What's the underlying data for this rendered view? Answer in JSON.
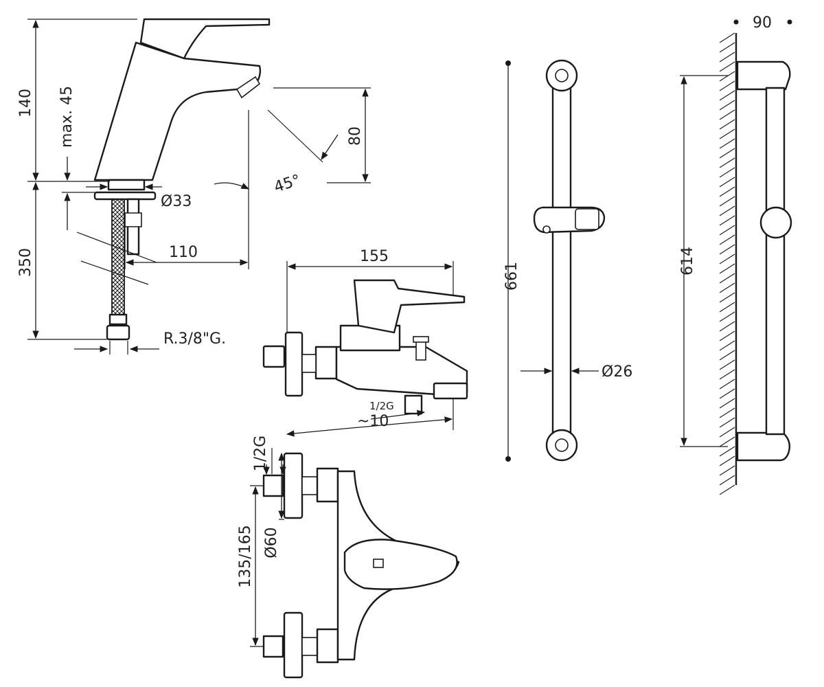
{
  "basin_mixer": {
    "height_spout": "140",
    "max_lever": "max. 45",
    "height_hoses": "350",
    "base_diameter": "Ø33",
    "reach": "110",
    "connection": "R.3/8\"G.",
    "lever_angle": "45°",
    "lever_travel": "80"
  },
  "bath_mixer_side": {
    "depth": "155",
    "outlet": "1/2G",
    "clearance": "~10"
  },
  "bath_mixer_front": {
    "inlet": "1/2G",
    "flange_diameter": "Ø60",
    "centers": "135/165"
  },
  "shower_rail": {
    "length": "661",
    "tube_diameter": "Ø26",
    "fixing_distance": "614",
    "wall_projection": "90"
  },
  "colors": {
    "line": "#1a1a1a",
    "background": "#ffffff"
  }
}
